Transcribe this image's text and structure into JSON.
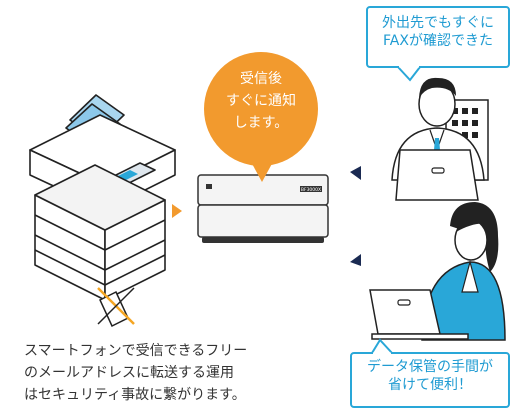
{
  "notification": {
    "line1": "受信後",
    "line2": "すぐに通知",
    "line3": "します。"
  },
  "top_bubble": {
    "line1": "外出先でもすぐに",
    "line2": "FAXが確認できた"
  },
  "bottom_bubble": {
    "line1": "データ保管の手間が",
    "line2": "省けて便利！"
  },
  "device_label": "BF3000X",
  "caption": {
    "line1": "スマートフォンで受信できるフリー",
    "line2": "のメールアドレスに転送する運用",
    "line3": "はセキュリティ事故に繋がります。"
  },
  "colors": {
    "accent_blue": "#29a7d8",
    "notify_orange": "#f29a2e",
    "arrow_navy": "#1a2a52",
    "cross_orange": "#f5a623"
  }
}
